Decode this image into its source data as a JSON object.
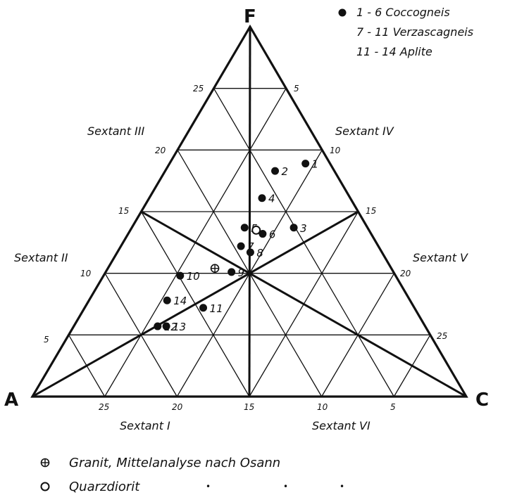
{
  "vertices": {
    "top": "F",
    "left": "A",
    "right": "C"
  },
  "legend": {
    "items": [
      {
        "symbol": "filled-dot",
        "text": "1 - 6  Coccogneis"
      },
      {
        "symbol": "none",
        "text": "7 - 11  Verzascagneis"
      },
      {
        "symbol": "none",
        "text": "11 - 14  Aplite"
      }
    ]
  },
  "sextants": {
    "s1": "Sextant I",
    "s2": "Sextant II",
    "s3": "Sextant III",
    "s4": "Sextant IV",
    "s5": "Sextant V",
    "s6": "Sextant VI"
  },
  "ticks": {
    "left_edge": [
      "5",
      "10",
      "15",
      "20",
      "25"
    ],
    "right_edge": [
      "5",
      "10",
      "15",
      "20",
      "25"
    ],
    "bottom_edge": [
      "25",
      "20",
      "15",
      "10",
      "5"
    ]
  },
  "points": [
    {
      "label": "1",
      "a": 1.7,
      "c": 9.4,
      "f": 18.9,
      "type": "filled"
    },
    {
      "label": "2",
      "a": 4.1,
      "c": 7.6,
      "f": 18.3,
      "type": "filled"
    },
    {
      "label": "3",
      "a": 5.1,
      "c": 11.2,
      "f": 13.7,
      "type": "filled"
    },
    {
      "label": "4",
      "a": 6.1,
      "c": 7.8,
      "f": 16.1,
      "type": "filled"
    },
    {
      "label": "5",
      "a": 8.5,
      "c": 7.8,
      "f": 13.7,
      "type": "filled"
    },
    {
      "label": "6",
      "a": 7.5,
      "c": 9.3,
      "f": 13.2,
      "type": "filled"
    },
    {
      "label": "7",
      "a": 9.5,
      "c": 8.3,
      "f": 12.2,
      "type": "filled"
    },
    {
      "label": "8",
      "a": 9.1,
      "c": 9.2,
      "f": 11.7,
      "type": "filled"
    },
    {
      "label": "9",
      "a": 11.2,
      "c": 8.7,
      "f": 10.1,
      "type": "filled"
    },
    {
      "label": "10",
      "a": 14.9,
      "c": 5.3,
      "f": 9.8,
      "type": "filled"
    },
    {
      "label": "11",
      "a": 14.6,
      "c": 8.2,
      "f": 7.2,
      "type": "filled"
    },
    {
      "label": "12",
      "a": 18.5,
      "c": 5.8,
      "f": 5.7,
      "type": "filled"
    },
    {
      "label": "13",
      "a": 17.9,
      "c": 6.4,
      "f": 5.7,
      "type": "filled"
    },
    {
      "label": "14",
      "a": 16.8,
      "c": 5.4,
      "f": 7.8,
      "type": "filled"
    },
    {
      "label": "",
      "a": 12.2,
      "c": 7.4,
      "f": 10.4,
      "type": "crossed"
    },
    {
      "label": "",
      "a": 7.8,
      "c": 8.7,
      "f": 13.5,
      "type": "open"
    }
  ],
  "footnotes": [
    {
      "symbol": "crossed-circle",
      "text": "Granit,  Mittelanalyse  nach  Osann"
    },
    {
      "symbol": "open-circle",
      "text": "Quarzdiorit",
      "ditto": [
        "•",
        "•",
        "•"
      ]
    }
  ]
}
